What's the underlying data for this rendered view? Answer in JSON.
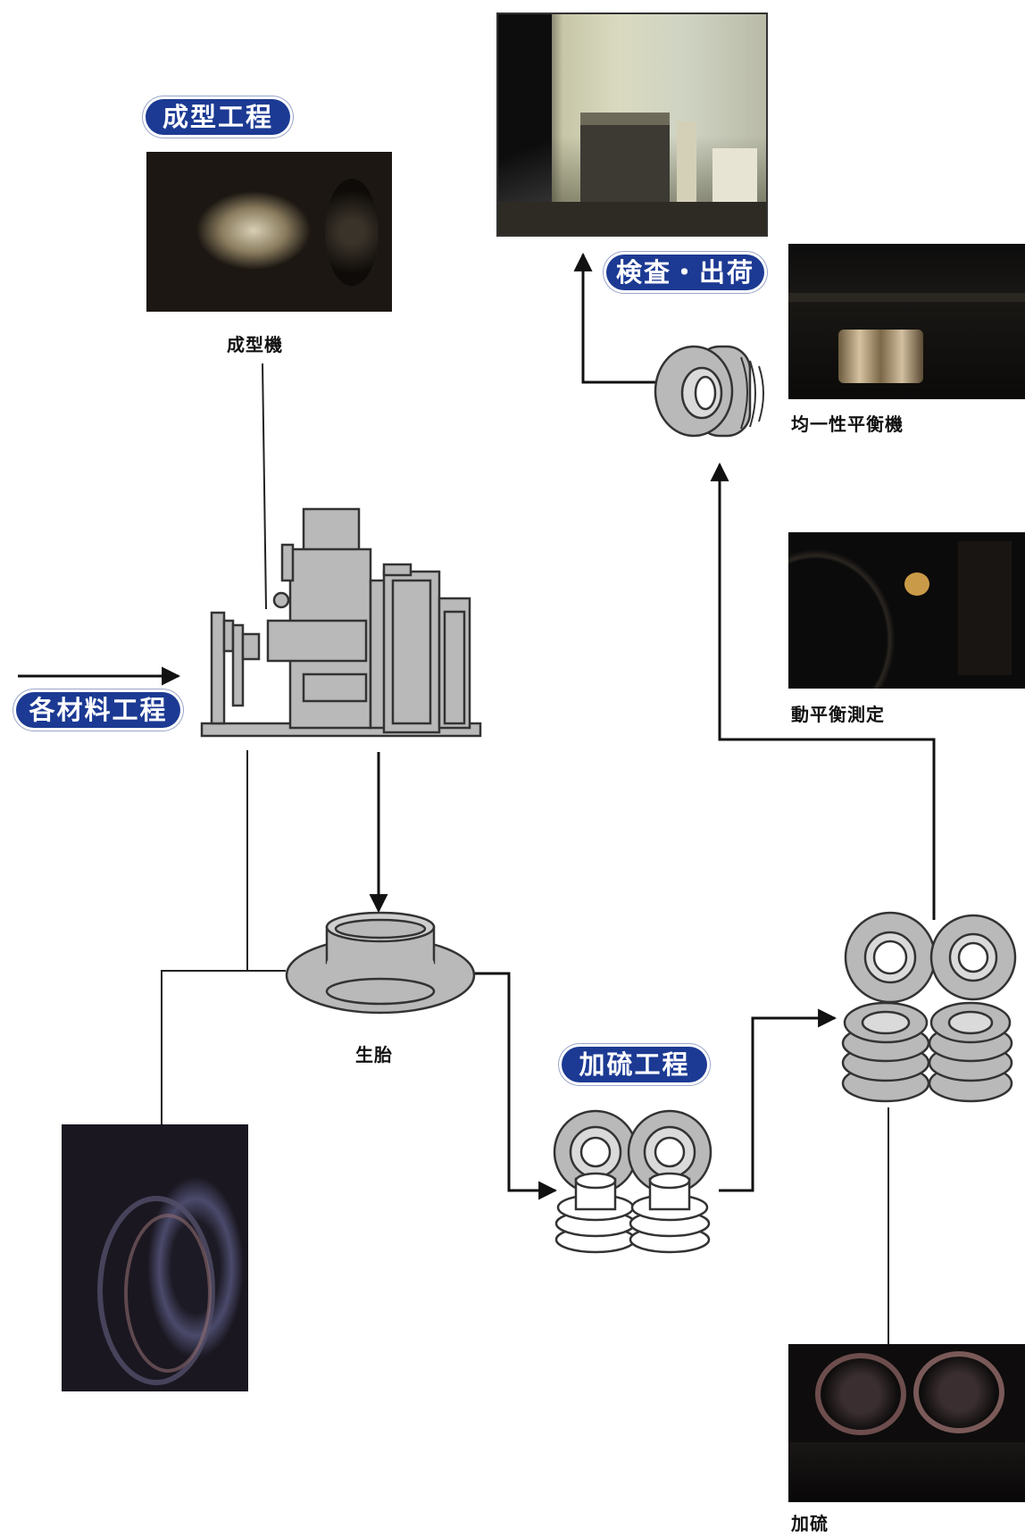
{
  "stages": {
    "forming": "成型工程",
    "materials": "各材料工程",
    "vulcanizing": "加硫工程",
    "inspection": "検査・出荷"
  },
  "captions": {
    "forming_machine": "成型機",
    "green_tire": "生胎",
    "uniformity_balancer": "均一性平衡機",
    "dynamic_balance": "動平衡測定",
    "vulcanization": "加硫"
  },
  "colors": {
    "pill": "#1c3a93",
    "machine_fill": "#b9b9b9",
    "line": "#111111"
  }
}
